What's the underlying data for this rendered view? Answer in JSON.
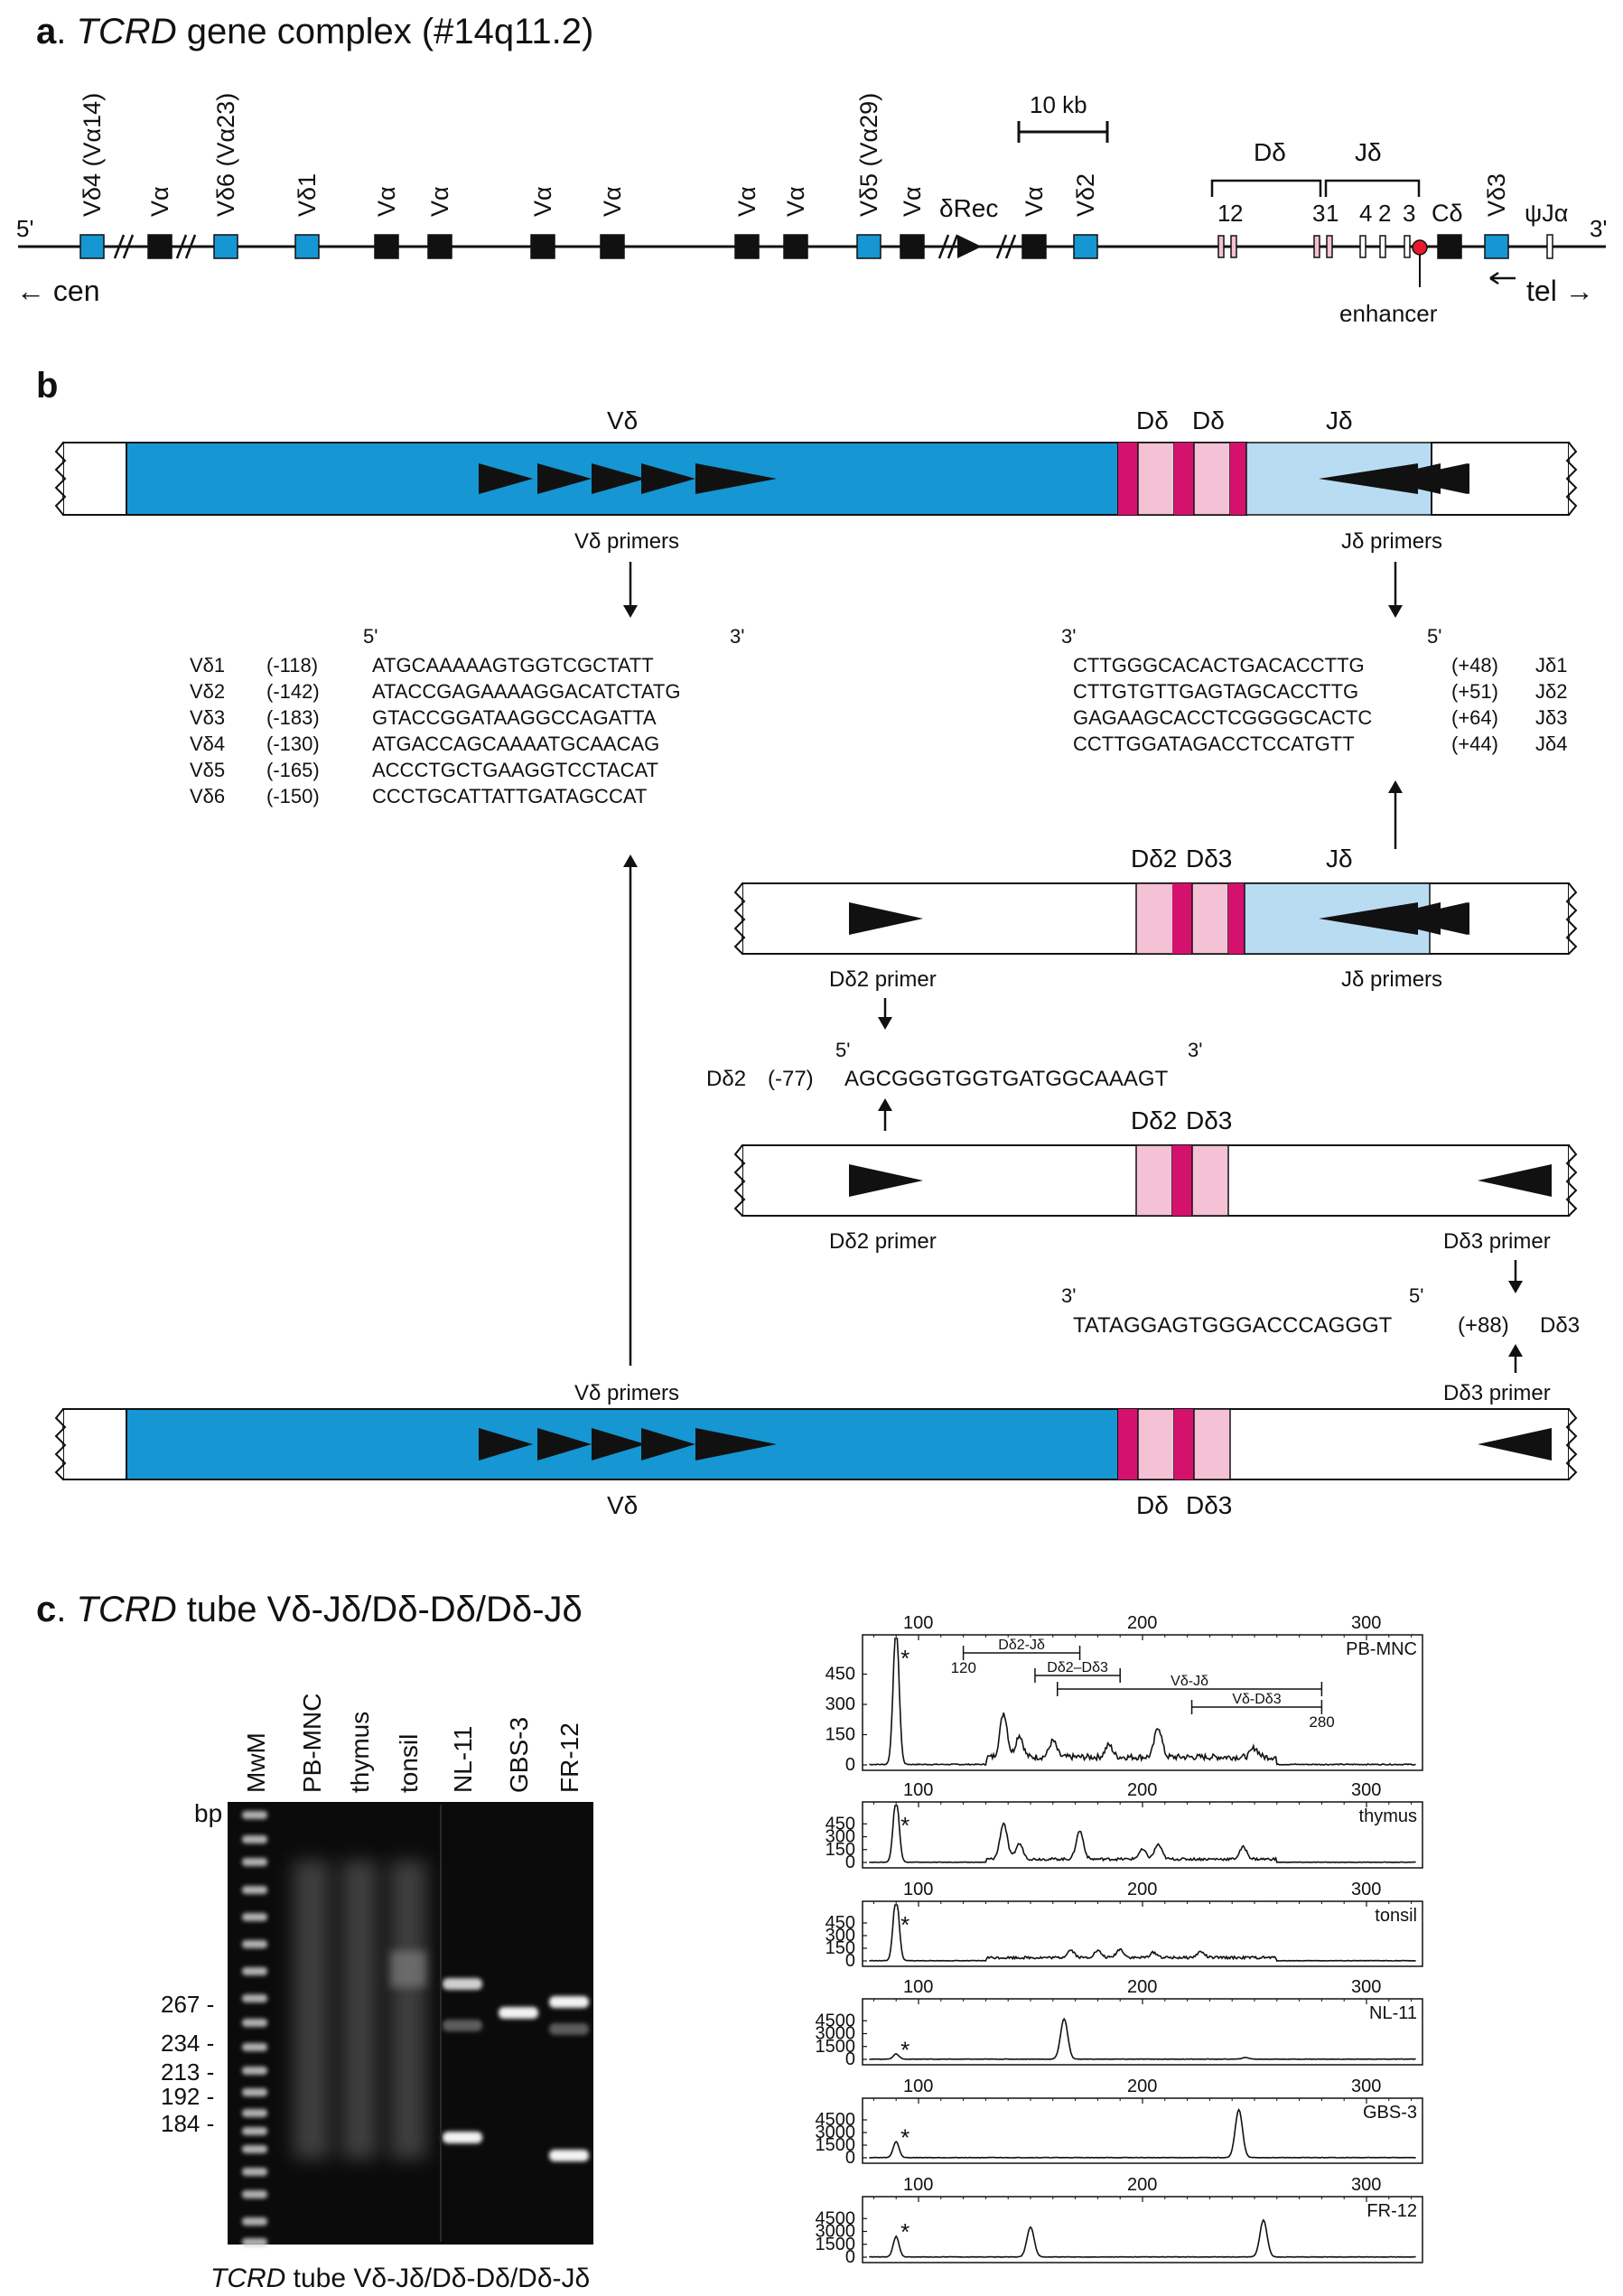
{
  "colors": {
    "v_blue": "#1696d2",
    "j_lightblue": "#b9dcf2",
    "d_pink": "#f5c1d4",
    "rss_magenta": "#d4116d",
    "enhancer_red": "#e8192c",
    "black": "#111111"
  },
  "panel_a": {
    "letter": "a",
    "title_sep": ". ",
    "title_italic": "TCRD",
    "title_rest": " gene complex (#14q11.2)",
    "end5": "5'",
    "end3": "3'",
    "cen": "← cen",
    "tel": "tel →",
    "scale_label": "10 kb",
    "d_group": "Dδ",
    "j_group": "Jδ",
    "enhancer": "enhancer",
    "drec": "δRec",
    "genes": [
      {
        "label": "Vδ4 (Vα14)",
        "kind": "blue"
      },
      {
        "label": "Vα",
        "kind": "black"
      },
      {
        "label": "Vδ6 (Vα23)",
        "kind": "blue"
      },
      {
        "label": "Vδ1",
        "kind": "blue"
      },
      {
        "label": "Vα",
        "kind": "black"
      },
      {
        "label": "Vα",
        "kind": "black"
      },
      {
        "label": "Vα",
        "kind": "black"
      },
      {
        "label": "Vα",
        "kind": "black"
      },
      {
        "label": "Vα",
        "kind": "black"
      },
      {
        "label": "Vα",
        "kind": "black"
      },
      {
        "label": "Vδ5 (Vα29)",
        "kind": "blue"
      },
      {
        "label": "Vα",
        "kind": "black"
      },
      {
        "label": "Vα",
        "kind": "black"
      },
      {
        "label": "Vδ2",
        "kind": "blue"
      },
      {
        "label": "Cδ",
        "kind": "black"
      },
      {
        "label": "Vδ3",
        "kind": "blue"
      },
      {
        "label": "ψJα",
        "kind": "thin"
      }
    ],
    "segments": [
      "1",
      "2",
      "3",
      "1",
      "4",
      "2",
      "3"
    ]
  },
  "panel_b": {
    "letter": "b",
    "vd": "Vδ",
    "dd": "Dδ",
    "jd": "Jδ",
    "dd2": "Dδ2",
    "dd3": "Dδ3",
    "vd_primers": "Vδ primers",
    "jd_primers": "Jδ primers",
    "dd2_primer": "Dδ2 primer",
    "dd3_primer": "Dδ3 primer",
    "p5": "5'",
    "p3": "3'",
    "v_primers": [
      {
        "name": "Vδ1",
        "pos": "(-118)",
        "seq": "ATGCAAAAAGTGGTCGCTATT"
      },
      {
        "name": "Vδ2",
        "pos": "(-142)",
        "seq": "ATACCGAGAAAAGGACATCTATG"
      },
      {
        "name": "Vδ3",
        "pos": "(-183)",
        "seq": "GTACCGGATAAGGCCAGATTA"
      },
      {
        "name": "Vδ4",
        "pos": "(-130)",
        "seq": "ATGACCAGCAAAATGCAACAG"
      },
      {
        "name": "Vδ5",
        "pos": "(-165)",
        "seq": "ACCCTGCTGAAGGTCCTACAT"
      },
      {
        "name": "Vδ6",
        "pos": "(-150)",
        "seq": "CCCTGCATTATTGATAGCCAT"
      }
    ],
    "j_primers": [
      {
        "seq": "CTTGGGCACACTGACACCTTG",
        "pos": "(+48)",
        "name": "Jδ1"
      },
      {
        "seq": "CTTGTGTTGAGTAGCACCTTG",
        "pos": "(+51)",
        "name": "Jδ2"
      },
      {
        "seq": "GAGAAGCACCTCGGGGCACTC",
        "pos": "(+64)",
        "name": "Jδ3"
      },
      {
        "seq": "CCTTGGATAGACCTCCATGTT",
        "pos": "(+44)",
        "name": "Jδ4"
      }
    ],
    "d2_primer": {
      "name": "Dδ2",
      "pos": "(-77)",
      "seq": "AGCGGGTGGTGATGGCAAAGT"
    },
    "d3_primer": {
      "seq": "TATAGGAGTGGGACCCAGGGT",
      "pos": "(+88)",
      "name": "Dδ3"
    }
  },
  "panel_c": {
    "letter": "c",
    "title_sep": ". ",
    "title_italic": "TCRD",
    "title_rest": " tube Vδ-Jδ/Dδ-Dδ/Dδ-Jδ",
    "gel_caption_italic": "TCRD",
    "gel_caption_rest": " tube Vδ-Jδ/Dδ-Dδ/Dδ-Jδ",
    "bp_label": "bp",
    "lanes": [
      "MwM",
      "PB-MNC",
      "thymus",
      "tonsil",
      "NL-11",
      "GBS-3",
      "FR-12"
    ],
    "markers": [
      "267 -",
      "234 -",
      "213 -",
      "192 -",
      "184 -"
    ],
    "ranges": [
      {
        "label": "Dδ2-Jδ"
      },
      {
        "label": "Dδ2–Dδ3"
      },
      {
        "label": "Vδ-Jδ"
      },
      {
        "label": "Vδ-Dδ3"
      }
    ],
    "range_start_label": "120",
    "range_end_label": "280",
    "star": "*"
  },
  "chart_data": [
    {
      "type": "line",
      "name": "PB-MNC",
      "title": "PB-MNC",
      "x_ticks": [
        "100",
        "200",
        "300"
      ],
      "xlim": [
        75,
        325
      ],
      "y_ticks": [
        "450",
        "300",
        "150",
        "0"
      ],
      "ylim": [
        0,
        600
      ],
      "peaks": [
        {
          "x": 90,
          "y": 690
        },
        {
          "x": 138,
          "y": 220
        },
        {
          "x": 145,
          "y": 110
        },
        {
          "x": 160,
          "y": 80
        },
        {
          "x": 185,
          "y": 60
        },
        {
          "x": 207,
          "y": 150
        },
        {
          "x": 250,
          "y": 45
        }
      ]
    },
    {
      "type": "line",
      "name": "thymus",
      "title": "thymus",
      "x_ticks": [
        "100",
        "200",
        "300"
      ],
      "xlim": [
        75,
        325
      ],
      "y_ticks": [
        "450",
        "300",
        "150",
        "0"
      ],
      "ylim": [
        0,
        600
      ],
      "peaks": [
        {
          "x": 90,
          "y": 760
        },
        {
          "x": 138,
          "y": 420
        },
        {
          "x": 145,
          "y": 180
        },
        {
          "x": 172,
          "y": 330
        },
        {
          "x": 200,
          "y": 110
        },
        {
          "x": 207,
          "y": 170
        },
        {
          "x": 245,
          "y": 140
        }
      ]
    },
    {
      "type": "line",
      "name": "tonsil",
      "title": "tonsil",
      "x_ticks": [
        "100",
        "200",
        "300"
      ],
      "xlim": [
        75,
        325
      ],
      "y_ticks": [
        "450",
        "300",
        "150",
        "0"
      ],
      "ylim": [
        0,
        600
      ],
      "peaks": [
        {
          "x": 90,
          "y": 780
        },
        {
          "x": 168,
          "y": 90
        },
        {
          "x": 180,
          "y": 80
        },
        {
          "x": 190,
          "y": 100
        },
        {
          "x": 205,
          "y": 60
        },
        {
          "x": 226,
          "y": 70
        }
      ]
    },
    {
      "type": "line",
      "name": "NL-11",
      "title": "NL-11",
      "x_ticks": [
        "100",
        "200",
        "300"
      ],
      "xlim": [
        75,
        325
      ],
      "y_ticks": [
        "4500",
        "3000",
        "1500",
        "0"
      ],
      "ylim": [
        0,
        6000
      ],
      "peaks": [
        {
          "x": 90,
          "y": 600
        },
        {
          "x": 165,
          "y": 4700
        },
        {
          "x": 246,
          "y": 180
        }
      ]
    },
    {
      "type": "line",
      "name": "GBS-3",
      "title": "GBS-3",
      "x_ticks": [
        "100",
        "200",
        "300"
      ],
      "xlim": [
        75,
        325
      ],
      "y_ticks": [
        "4500",
        "3000",
        "1500",
        "0"
      ],
      "ylim": [
        0,
        6000
      ],
      "peaks": [
        {
          "x": 90,
          "y": 1900
        },
        {
          "x": 243,
          "y": 5700
        }
      ]
    },
    {
      "type": "line",
      "name": "FR-12",
      "title": "FR-12",
      "x_ticks": [
        "100",
        "200",
        "300"
      ],
      "xlim": [
        75,
        325
      ],
      "y_ticks": [
        "4500",
        "3000",
        "1500",
        "0"
      ],
      "ylim": [
        0,
        6000
      ],
      "peaks": [
        {
          "x": 90,
          "y": 2400
        },
        {
          "x": 150,
          "y": 3500
        },
        {
          "x": 254,
          "y": 4300
        }
      ]
    }
  ]
}
